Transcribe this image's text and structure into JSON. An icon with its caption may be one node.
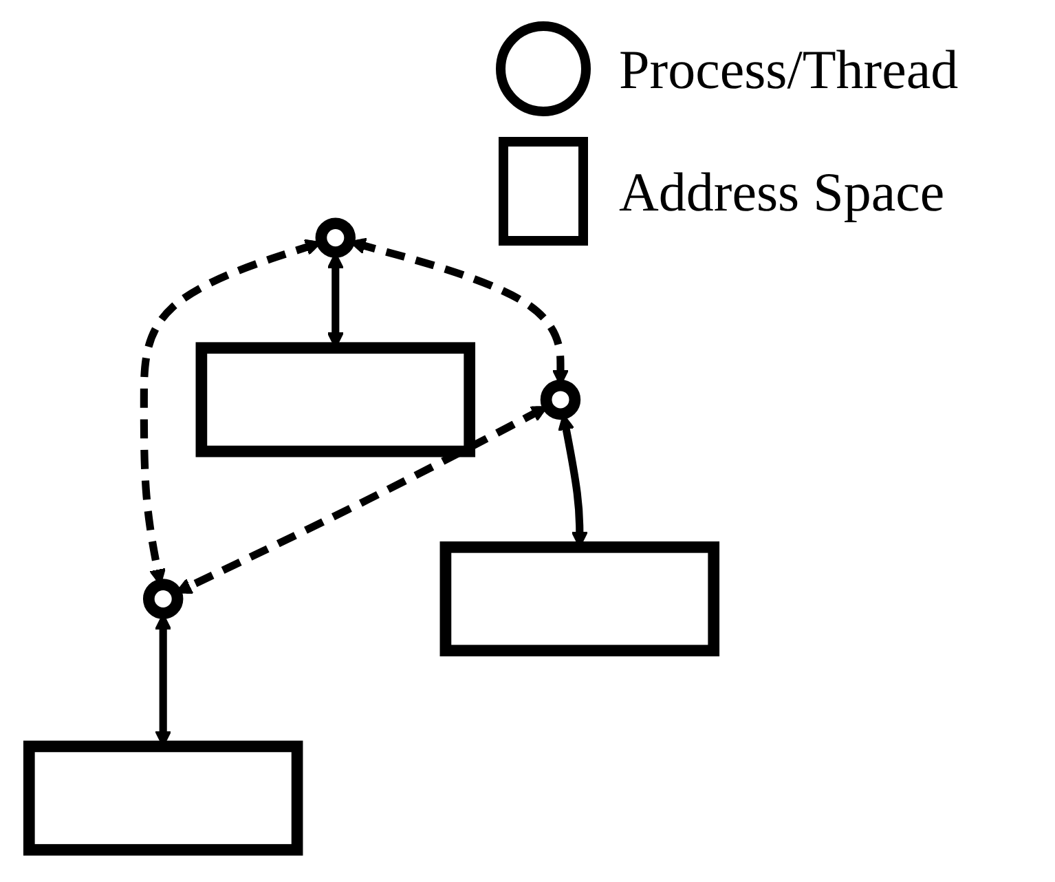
{
  "diagram": {
    "nodes": [
      {
        "text": [],
        "shape": "circle"
      },
      {
        "text": [],
        "shape": "circle"
      },
      {
        "text": [],
        "shape": "circle"
      },
      {
        "text": [],
        "shape": "box"
      },
      {
        "text": [],
        "shape": "box"
      },
      {
        "text": [],
        "shape": "box"
      }
    ],
    "edges": [
      {
        "from": 0,
        "to": 2,
        "arrow": "both",
        "style": "dashed"
      },
      {
        "from": 0,
        "to": 1,
        "arrow": "both",
        "style": "dashed"
      },
      {
        "from": 1,
        "to": 2,
        "arrow": "both",
        "style": "dashed"
      },
      {
        "from": 0,
        "to": 3,
        "arrow": "both"
      },
      {
        "from": 1,
        "to": 4,
        "arrow": "both"
      },
      {
        "from": 2,
        "to": 5,
        "arrow": "both"
      }
    ],
    "legend": [
      {
        "text": "Process/Thread"
      },
      {
        "text": "Address Space"
      }
    ]
  }
}
